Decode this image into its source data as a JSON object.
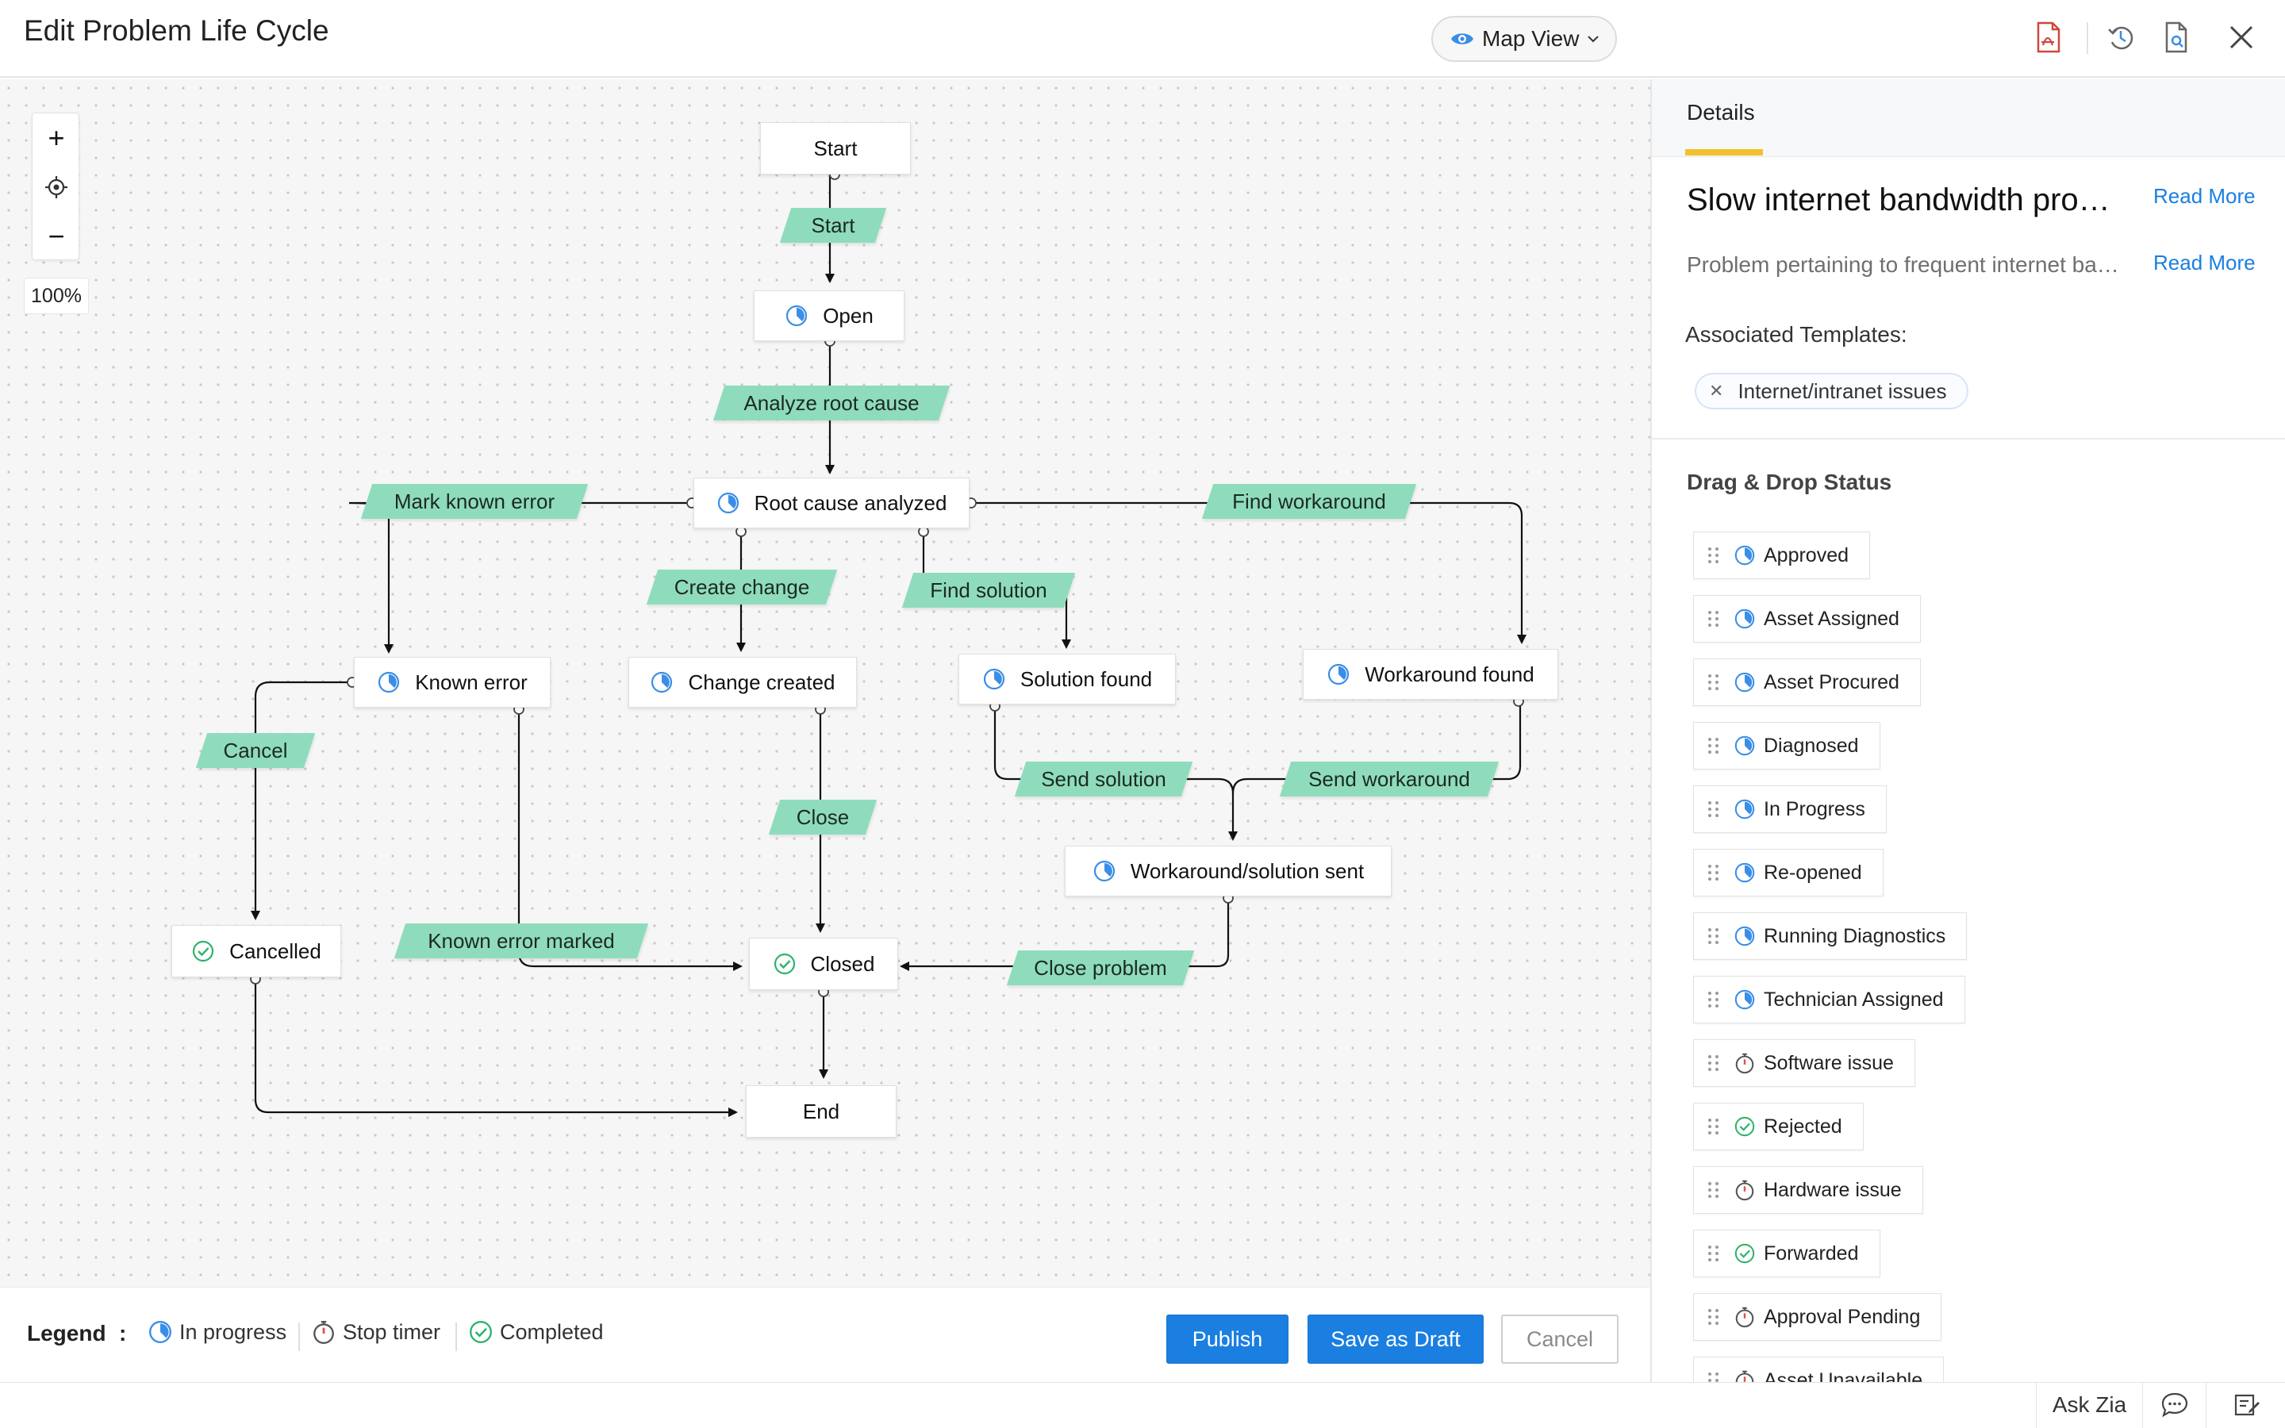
{
  "header": {
    "title": "Edit Problem Life Cycle",
    "view_label": "Map View"
  },
  "canvas": {
    "zoom_in": "+",
    "zoom_out": "−",
    "zoom_level": "100%",
    "nodes": {
      "start": "Start",
      "open": "Open",
      "root_cause_analyzed": "Root cause analyzed",
      "known_error": "Known error",
      "change_created": "Change created",
      "solution_found": "Solution found",
      "workaround_found": "Workaround found",
      "workaround_solution_sent": "Workaround/solution sent",
      "cancelled": "Cancelled",
      "closed": "Closed",
      "end": "End"
    },
    "transitions": {
      "start": "Start",
      "analyze_root_cause": "Analyze root cause",
      "mark_known_error": "Mark known error",
      "find_workaround": "Find workaround",
      "create_change": "Create change",
      "find_solution": "Find solution",
      "cancel": "Cancel",
      "send_solution": "Send solution",
      "send_workaround": "Send workaround",
      "close": "Close",
      "known_error_marked": "Known error marked",
      "close_problem": "Close problem"
    }
  },
  "legend": {
    "label": "Legend",
    "colon": ":",
    "items": [
      "In progress",
      "Stop timer",
      "Completed"
    ]
  },
  "actions": {
    "publish": "Publish",
    "save_draft": "Save as Draft",
    "cancel": "Cancel"
  },
  "footer": {
    "ask_zia": "Ask Zia"
  },
  "panel": {
    "tab": "Details",
    "title": "Slow internet bandwidth pro…",
    "description": "Problem pertaining to frequent internet ba…",
    "read_more": "Read More",
    "associated_label": "Associated Templates:",
    "template_chip": "Internet/intranet issues",
    "drag_drop_title": "Drag & Drop Status",
    "statuses": [
      {
        "label": "Approved",
        "kind": "in-progress"
      },
      {
        "label": "Asset Assigned",
        "kind": "in-progress"
      },
      {
        "label": "Asset Procured",
        "kind": "in-progress"
      },
      {
        "label": "Diagnosed",
        "kind": "in-progress"
      },
      {
        "label": "In Progress",
        "kind": "in-progress"
      },
      {
        "label": "Re-opened",
        "kind": "in-progress"
      },
      {
        "label": "Running Diagnostics",
        "kind": "in-progress"
      },
      {
        "label": "Technician Assigned",
        "kind": "in-progress"
      },
      {
        "label": "Software issue",
        "kind": "stop-timer"
      },
      {
        "label": "Rejected",
        "kind": "completed"
      },
      {
        "label": "Hardware issue",
        "kind": "stop-timer"
      },
      {
        "label": "Forwarded",
        "kind": "completed"
      },
      {
        "label": "Approval Pending",
        "kind": "stop-timer"
      },
      {
        "label": "Asset Unavailable",
        "kind": "stop-timer"
      }
    ]
  },
  "colors": {
    "accent": "#1a7fe0",
    "transition": "#8fdcbd",
    "tab_underline": "#f2c12e",
    "in_progress": "#3a8ee6",
    "stop_timer": "#d9534f",
    "completed": "#2fb36b"
  }
}
